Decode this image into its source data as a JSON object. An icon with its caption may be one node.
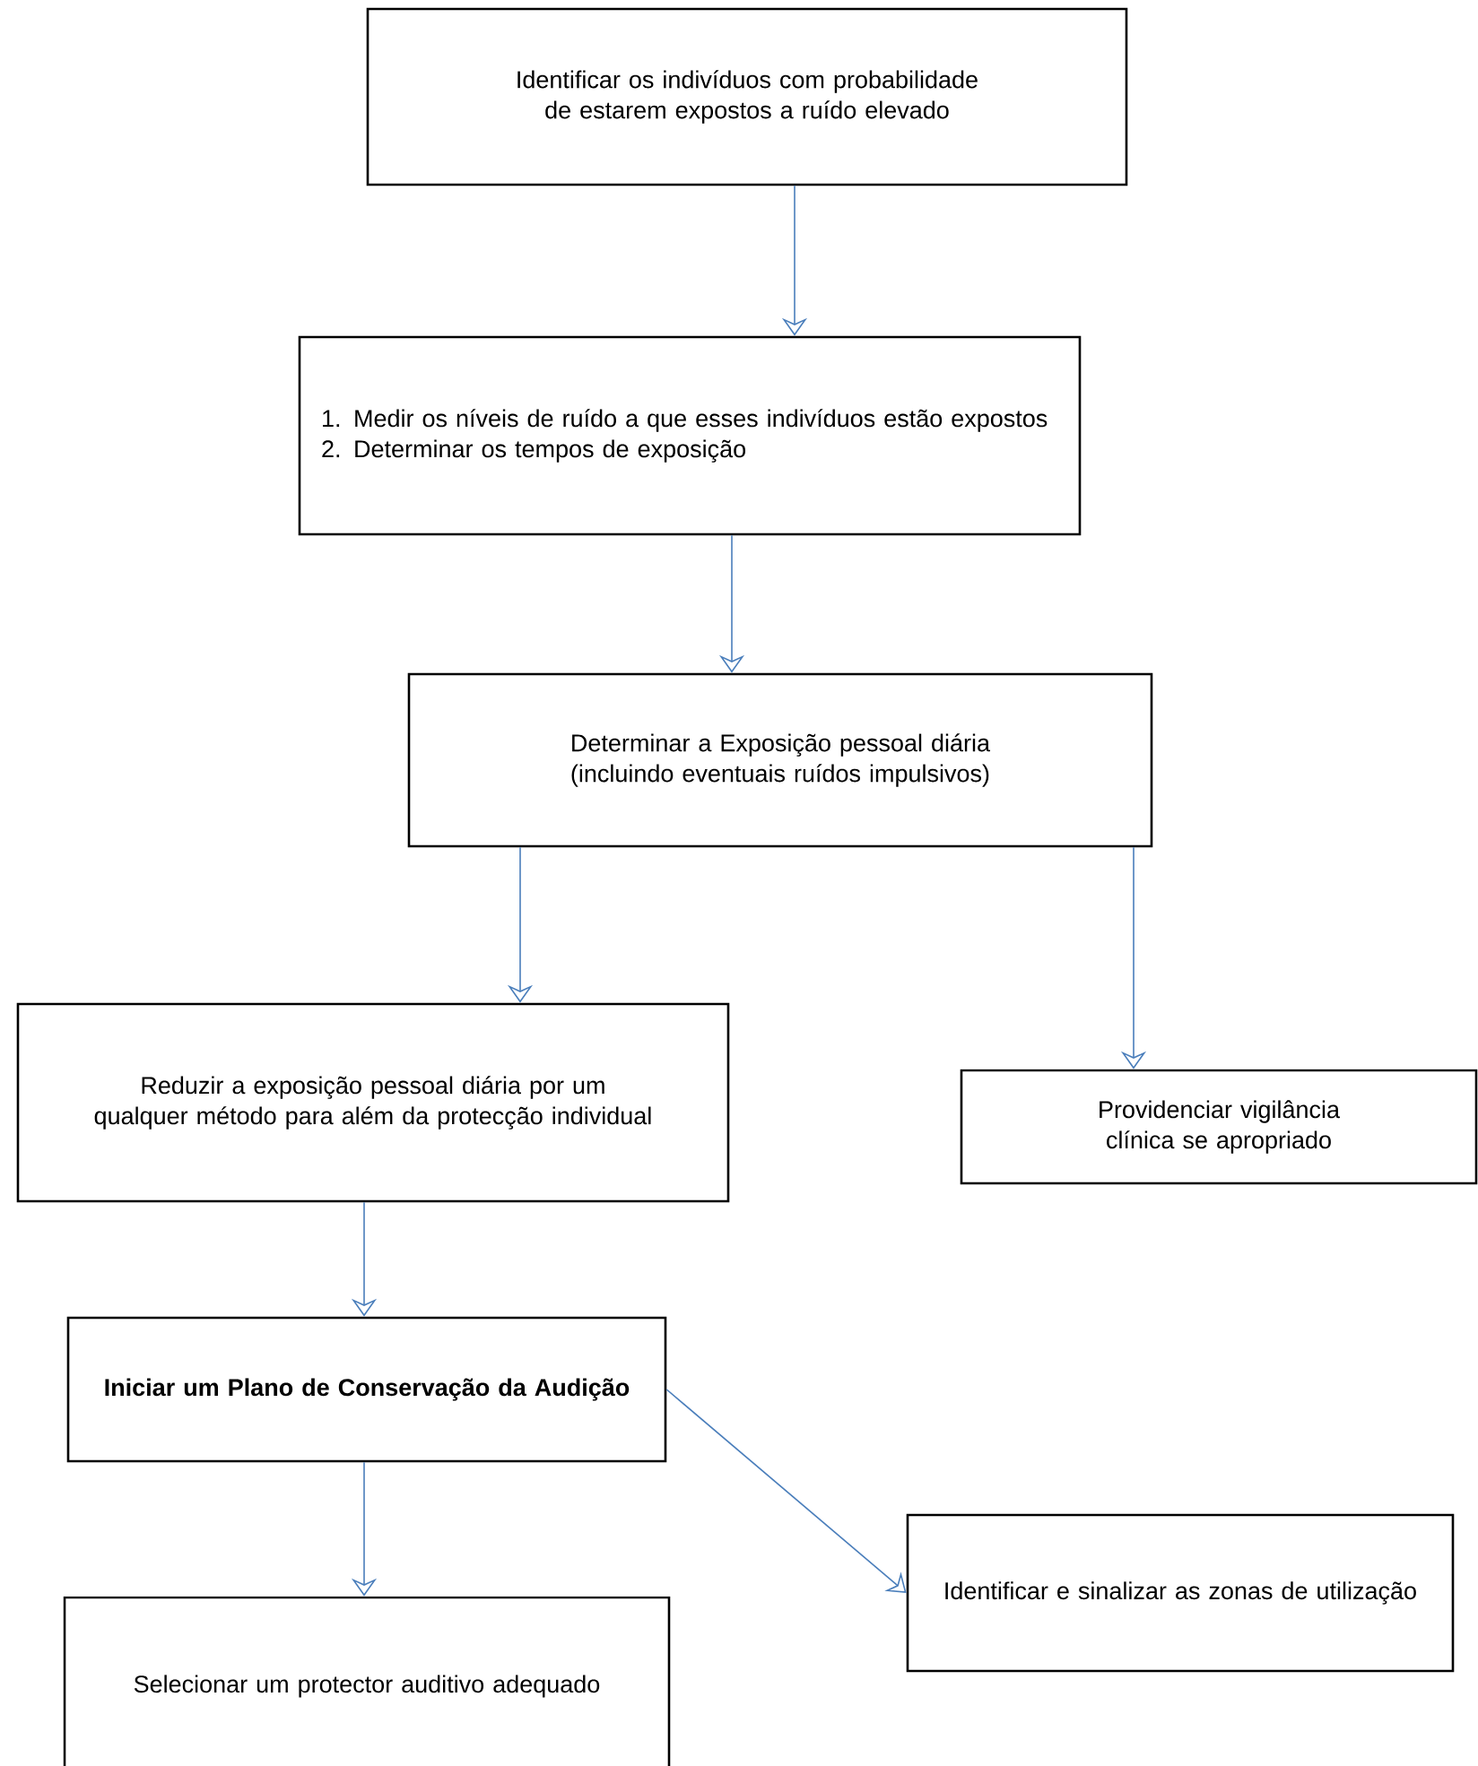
{
  "diagram": {
    "nodes": [
      {
        "text": [
          "Identificar os indivíduos com probabilidade de estarem expostos a ruído elevado"
        ]
      },
      {
        "text": [
          "1. Medir os níveis de ruído a que esses indivíduos estão expostos",
          "2. Determinar os tempos de exposição"
        ]
      },
      {
        "text": [
          "Determinar a Exposição pessoal diária (incluindo eventuais ruídos impulsivos)"
        ]
      },
      {
        "text": [
          "Reduzir a exposição pessoal diária por um qualquer método para além da protecção individual"
        ]
      },
      {
        "text": [
          "Providenciar vigilância clínica se apropriado"
        ]
      },
      {
        "text": [
          "Iniciar um Plano de Conservação da Audição"
        ]
      },
      {
        "text": [
          "Identificar e sinalizar as zonas de utilização"
        ]
      },
      {
        "text": [
          "Selecionar um protector auditivo adequado"
        ]
      }
    ],
    "edges": [
      {
        "from": 0,
        "to": 1,
        "arrow": "to"
      },
      {
        "from": 1,
        "to": 2,
        "arrow": "to"
      },
      {
        "from": 2,
        "to": 3,
        "arrow": "to"
      },
      {
        "from": 2,
        "to": 4,
        "arrow": "to"
      },
      {
        "from": 3,
        "to": 5,
        "arrow": "to"
      },
      {
        "from": 5,
        "to": 6,
        "arrow": "to"
      },
      {
        "from": 5,
        "to": 7,
        "arrow": "to"
      }
    ]
  }
}
